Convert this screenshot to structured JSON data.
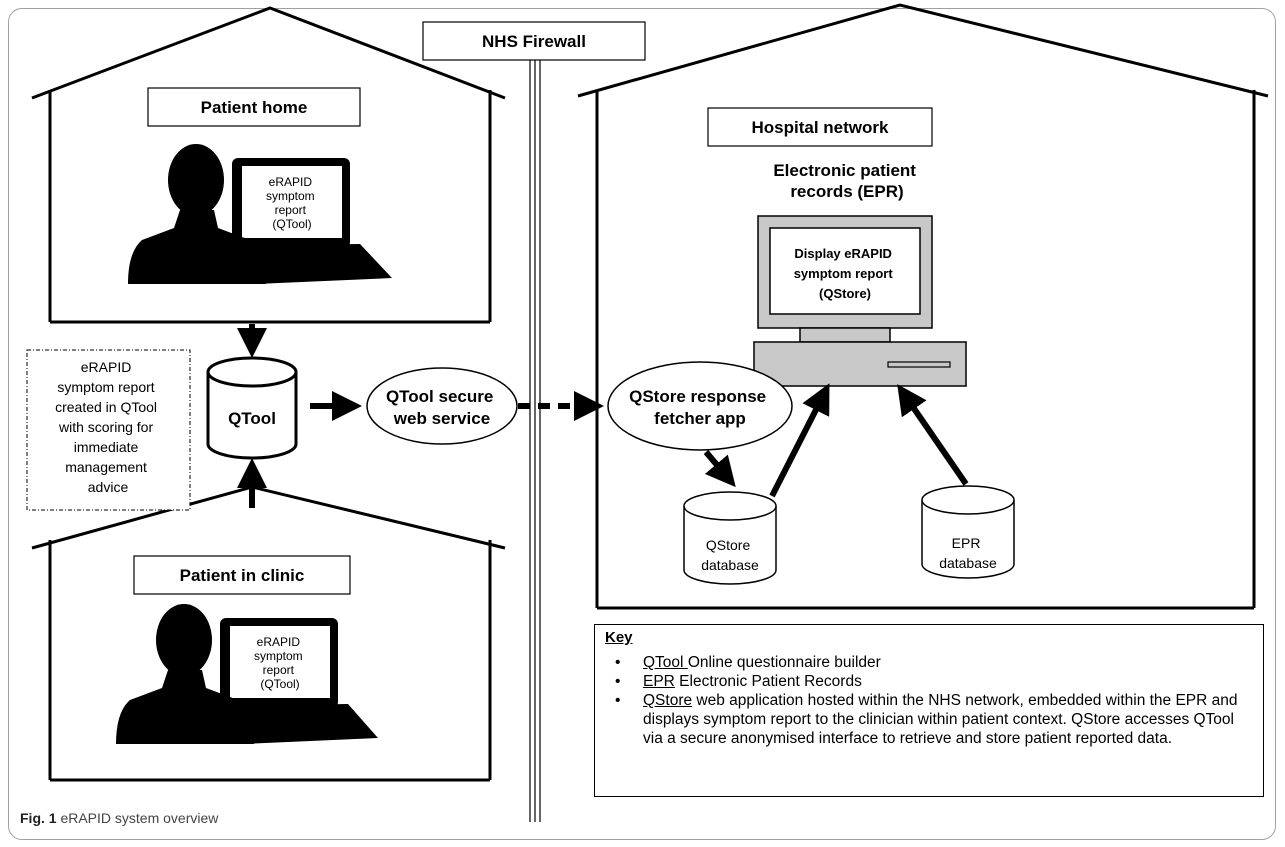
{
  "zones": {
    "firewall": "NHS Firewall",
    "patient_home": "Patient home",
    "patient_clinic": "Patient in clinic",
    "hospital": "Hospital network"
  },
  "screens": {
    "home_lines": [
      "eRAPID",
      "symptom",
      "report",
      "(QTool)"
    ],
    "clinic_lines": [
      "eRAPID",
      "symptom",
      "report",
      "(QTool)"
    ],
    "epr_title_lines": [
      "Electronic patient",
      "records (EPR)"
    ],
    "epr_screen_lines": [
      "Display eRAPID",
      "symptom report",
      "(QStore)"
    ]
  },
  "nodes": {
    "qtool_db": "QTool",
    "web_service_lines": [
      "QTool secure",
      "web service"
    ],
    "fetcher_lines": [
      "QStore response",
      "fetcher app"
    ],
    "qstore_db_lines": [
      "QStore",
      "database"
    ],
    "epr_db_lines": [
      "EPR",
      "database"
    ]
  },
  "note_lines": [
    "eRAPID",
    "symptom report",
    "created in QTool",
    "with scoring for",
    "immediate",
    "management",
    "advice"
  ],
  "key": {
    "title": "Key",
    "items": [
      {
        "term": "QTool ",
        "text": "Online questionnaire builder"
      },
      {
        "term": "EPR",
        "text": " Electronic Patient Records"
      },
      {
        "term": "QStore",
        "text": " web application hosted within the NHS network, embedded within the EPR and displays symptom report to the clinician within patient context. QStore accesses QTool via a secure anonymised interface to retrieve and store patient reported data."
      }
    ]
  },
  "caption": {
    "fig": "Fig. 1",
    "text": " eRAPID system overview"
  }
}
